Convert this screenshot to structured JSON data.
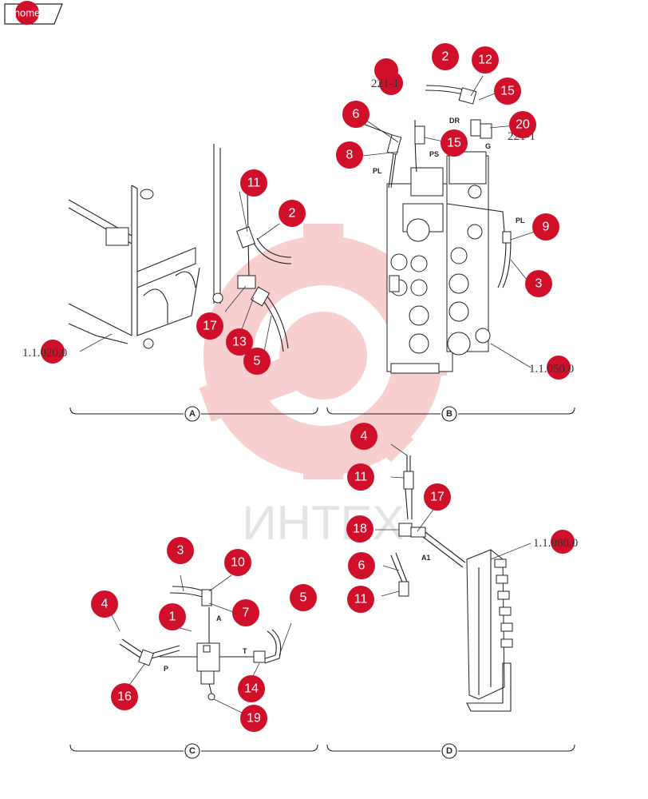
{
  "nav": {
    "home_label": "home"
  },
  "watermark": {
    "text": "ИНТЕХ"
  },
  "sections": [
    {
      "letter": "A"
    },
    {
      "letter": "B"
    },
    {
      "letter": "C"
    },
    {
      "letter": "D"
    }
  ],
  "port_labels": {
    "PL_left": "PL",
    "PS": "PS",
    "DR": "DR",
    "G": "G",
    "PL_right": "PL",
    "A": "A",
    "P": "P",
    "T": "T",
    "A1": "A1"
  },
  "references": {
    "ref_a": "1.1.020.0",
    "ref_b": "1.1.050.0",
    "ref_d": "1.1.080.0",
    "ref_top_left": "221-1",
    "ref_top_right": "221-1"
  },
  "callouts": [
    {
      "id": "c_b2",
      "label": "2"
    },
    {
      "id": "c_b12",
      "label": "12"
    },
    {
      "id": "c_b15a",
      "label": "15"
    },
    {
      "id": "c_b6",
      "label": "6"
    },
    {
      "id": "c_b20",
      "label": "20"
    },
    {
      "id": "c_b8",
      "label": "8"
    },
    {
      "id": "c_b15b",
      "label": "15"
    },
    {
      "id": "c_b9",
      "label": "9"
    },
    {
      "id": "c_b3",
      "label": "3"
    },
    {
      "id": "c_a11",
      "label": "11"
    },
    {
      "id": "c_a2",
      "label": "2"
    },
    {
      "id": "c_a17",
      "label": "17"
    },
    {
      "id": "c_a13",
      "label": "13"
    },
    {
      "id": "c_a5",
      "label": "5"
    },
    {
      "id": "c_d4",
      "label": "4"
    },
    {
      "id": "c_d11a",
      "label": "11"
    },
    {
      "id": "c_d17",
      "label": "17"
    },
    {
      "id": "c_d18",
      "label": "18"
    },
    {
      "id": "c_d6",
      "label": "6"
    },
    {
      "id": "c_d11b",
      "label": "11"
    },
    {
      "id": "c_c3",
      "label": "3"
    },
    {
      "id": "c_c10",
      "label": "10"
    },
    {
      "id": "c_c5",
      "label": "5"
    },
    {
      "id": "c_c4",
      "label": "4"
    },
    {
      "id": "c_c1",
      "label": "1"
    },
    {
      "id": "c_c7",
      "label": "7"
    },
    {
      "id": "c_c16",
      "label": "16"
    },
    {
      "id": "c_c14",
      "label": "14"
    },
    {
      "id": "c_c19",
      "label": "19"
    }
  ],
  "colors": {
    "callout": "#d0102a",
    "watermark": "#f4b8b8",
    "line": "#222222"
  }
}
